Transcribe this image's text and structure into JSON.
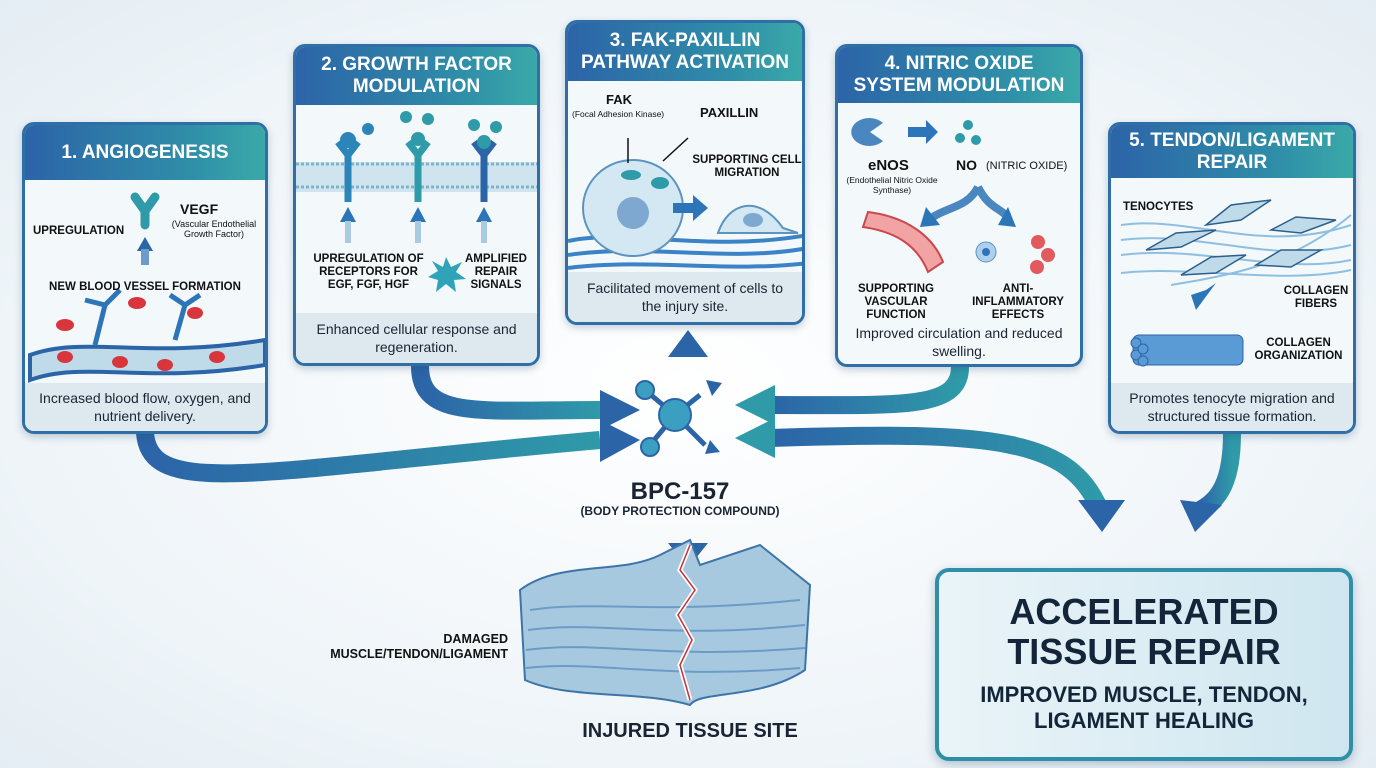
{
  "cards": [
    {
      "title": "1. ANGIOGENESIS",
      "labels": {
        "upregulation": "UPREGULATION",
        "vegf": "VEGF",
        "vegf_full": "(Vascular Endothelial Growth Factor)",
        "new_vessel": "NEW BLOOD VESSEL FORMATION"
      },
      "footer": "Increased blood flow, oxygen, and nutrient delivery."
    },
    {
      "title": "2. GROWTH FACTOR MODULATION",
      "labels": {
        "receptors": "UPREGULATION OF RECEPTORS FOR EGF, FGF, HGF",
        "signals": "AMPLIFIED REPAIR SIGNALS"
      },
      "footer": "Enhanced cellular response and regeneration."
    },
    {
      "title": "3. FAK-PAXILLIN PATHWAY ACTIVATION",
      "labels": {
        "fak": "FAK",
        "fak_full": "(Focal Adhesion Kinase)",
        "paxillin": "PAXILLIN",
        "migration": "SUPPORTING CELL MIGRATION"
      },
      "footer": "Facilitated movement of cells to the injury site."
    },
    {
      "title": "4. NITRIC OXIDE SYSTEM MODULATION",
      "labels": {
        "enos": "eNOS",
        "enos_full": "(Endothelial Nitric Oxide Synthase)",
        "no": "NO",
        "no_full": "(NITRIC OXIDE)",
        "vascular": "SUPPORTING VASCULAR FUNCTION",
        "anti": "ANTI-INFLAMMATORY EFFECTS"
      },
      "footer": "Improved circulation and reduced swelling."
    },
    {
      "title": "5. TENDON/LIGAMENT REPAIR",
      "labels": {
        "tenocytes": "TENOCYTES",
        "fibers": "COLLAGEN FIBERS",
        "organization": "COLLAGEN ORGANIZATION"
      },
      "footer": "Promotes tenocyte migration and structured tissue formation."
    }
  ],
  "center": {
    "name": "BPC-157",
    "subtitle": "(BODY PROTECTION COMPOUND)"
  },
  "tissue": {
    "label": "DAMAGED MUSCLE/TENDON/LIGAMENT",
    "title": "INJURED TISSUE SITE"
  },
  "result": {
    "title": "ACCELERATED TISSUE REPAIR",
    "subtitle": "IMPROVED MUSCLE, TENDON, LIGAMENT HEALING"
  },
  "colors": {
    "primary": "#2c64a8",
    "teal": "#2f9aa8",
    "red": "#d8363c",
    "background": "#eef4f8"
  }
}
